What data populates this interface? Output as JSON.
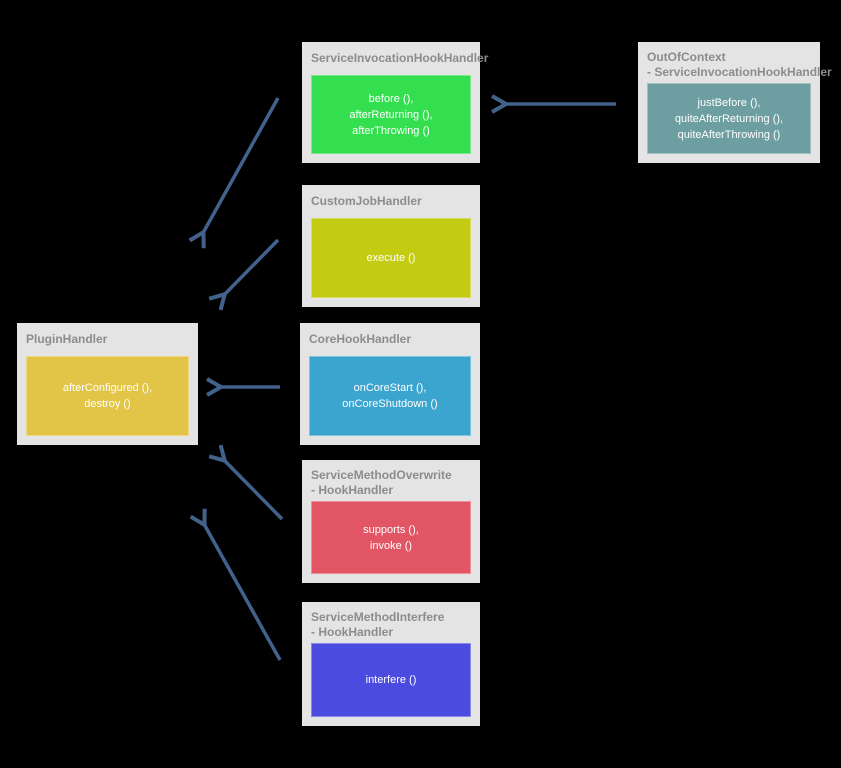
{
  "canvas": {
    "background": "#000000",
    "arrow_color": "#42628c",
    "panel_color": "#e4e4e4",
    "title_text_color": "#8c8c8c",
    "method_text_color": "#ffffff"
  },
  "nodes": {
    "service_invocation": {
      "title": "ServiceInvocationHookHandler",
      "methods": "before (),\nafterReturning (),\nafterThrowing ()",
      "fill": "#33df4f"
    },
    "out_of_context": {
      "title": "OutOfContext",
      "subtitle": "- ServiceInvocationHookHandler",
      "methods": "justBefore (),\nquiteAfterReturning (),\nquiteAfterThrowing ()",
      "fill": "#6d9ea1"
    },
    "custom_job": {
      "title": "CustomJobHandler",
      "methods": "execute ()",
      "fill": "#c3cc12"
    },
    "plugin": {
      "title": "PluginHandler",
      "methods": "afterConfigured (),\ndestroy ()",
      "fill": "#e2c446"
    },
    "core_hook": {
      "title": "CoreHookHandler",
      "methods": "onCoreStart (),\nonCoreShutdown ()",
      "fill": "#3ba4cf"
    },
    "service_method_overwrite": {
      "title": "ServiceMethodOverwrite",
      "subtitle": "- HookHandler",
      "methods": "supports (),\ninvoke ()",
      "fill": "#e25565"
    },
    "service_method_interfere": {
      "title": "ServiceMethodInterfere",
      "subtitle": "- HookHandler",
      "methods": "interfere ()",
      "fill": "#4c4be0"
    }
  },
  "edges": [
    {
      "from": "ServiceInvocationHookHandler",
      "to": "PluginHandler"
    },
    {
      "from": "CustomJobHandler",
      "to": "PluginHandler"
    },
    {
      "from": "OutOfContext - ServiceInvocationHookHandler",
      "to": "ServiceInvocationHookHandler"
    },
    {
      "from": "CoreHookHandler",
      "to": "PluginHandler"
    },
    {
      "from": "ServiceMethodOverwrite - HookHandler",
      "to": "PluginHandler"
    },
    {
      "from": "ServiceMethodInterfere - HookHandler",
      "to": "PluginHandler"
    }
  ]
}
